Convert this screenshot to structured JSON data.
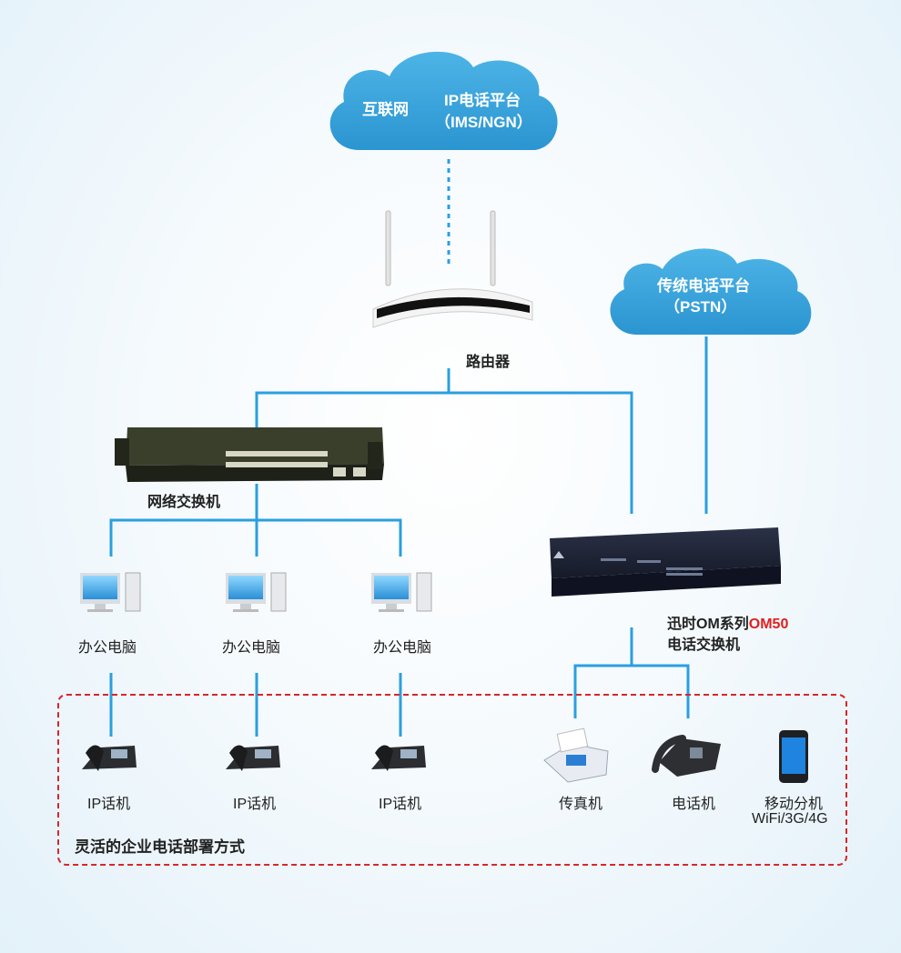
{
  "clouds": {
    "internet": {
      "label": "互联网",
      "ip_platform": "IP电话平台",
      "ip_platform_sub": "（IMS/NGN）"
    },
    "pstn": {
      "label": "传统电话平台",
      "sub": "（PSTN）"
    }
  },
  "devices": {
    "router": "路由器",
    "switch": "网络交换机",
    "pbx_line1_prefix": "迅时OM系列",
    "pbx_line1_model": "OM50",
    "pbx_line2": "电话交换机",
    "pc": [
      "办公电脑",
      "办公电脑",
      "办公电脑"
    ],
    "ip_phone": [
      "IP话机",
      "IP话机",
      "IP话机"
    ],
    "fax": "传真机",
    "phone": "电话机",
    "mobile": "移动分机",
    "mobile_sub": "WiFi/3G/4G"
  },
  "deployment_caption": "灵活的企业电话部署方式",
  "colors": {
    "line": "#2a9fe0",
    "cloud": "#3aa6dd",
    "accent_red": "#e01f1f",
    "dash_border": "#d7262a"
  }
}
